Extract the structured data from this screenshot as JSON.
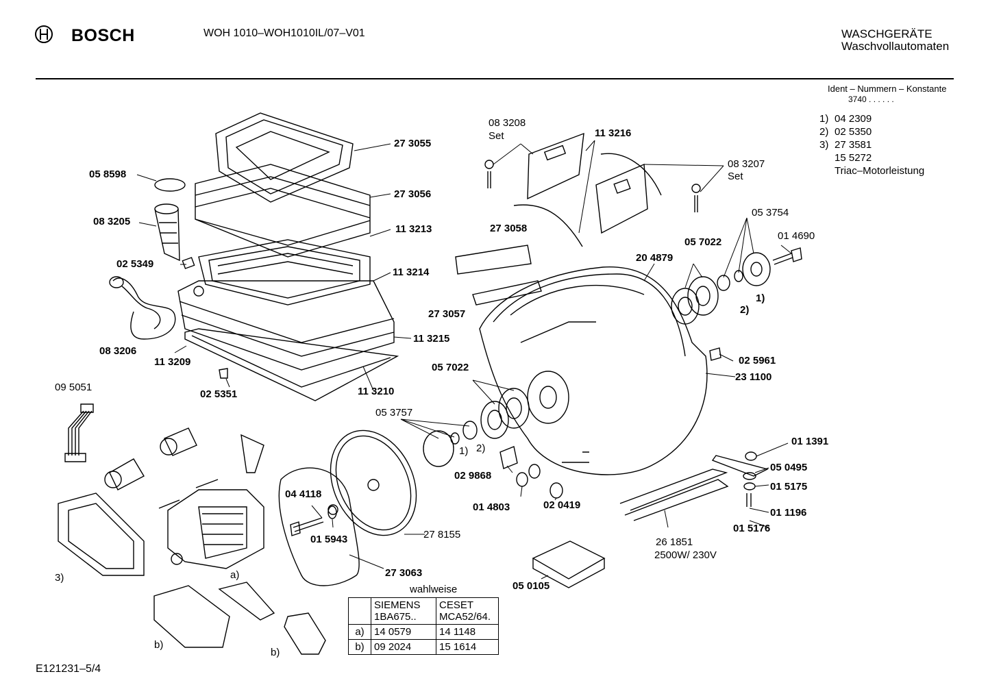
{
  "header": {
    "brand": "BOSCH",
    "model": "WOH 1010–WOH1010IL/07–V01",
    "category": "WASCHGERÄTE",
    "subcategory": "Waschvollautomaten"
  },
  "ident": {
    "heading": "Ident – Nummern – Konstante",
    "value": "3740 . . . . . .",
    "notes": [
      {
        "key": "1)",
        "value": "04 2309"
      },
      {
        "key": "2)",
        "value": "02 5350"
      },
      {
        "key": "3)",
        "value": "27 3581"
      },
      {
        "key": "",
        "value": "15 5272"
      },
      {
        "key": "",
        "value": "Triac–Motorleistung"
      }
    ]
  },
  "parts": {
    "p273055": "27 3055",
    "p058598": "05 8598",
    "p273056": "27 3056",
    "p083205": "08 3205",
    "p113213": "11 3213",
    "p025349": "02 5349",
    "p113214": "11 3214",
    "p083206": "08 3206",
    "p113215": "11 3215",
    "p113209": "11 3209",
    "p113210": "11 3210",
    "p025351": "02 5351",
    "p095051": "09 5051",
    "p083208": "08 3208",
    "set1": "Set",
    "p113216": "11 3216",
    "p083207": "08 3207",
    "set2": "Set",
    "p053754": "05 3754",
    "p014690": "01 4690",
    "p273058": "27 3058",
    "p057022a": "05 7022",
    "p204879": "20 4879",
    "n1a": "1)",
    "n2a": "2)",
    "p273057": "27 3057",
    "p025961": "02 5961",
    "p231100": "23 1100",
    "p057022b": "05 7022",
    "p053757": "05 3757",
    "n1b": "1)",
    "n2b": "2)",
    "p011391": "01 1391",
    "p050495": "05 0495",
    "p015175": "01 5175",
    "p011196": "01 1196",
    "p015176": "01 5176",
    "p029868": "02 9868",
    "p014803": "01 4803",
    "p020419": "02 0419",
    "p044118": "04 4118",
    "p015943": "01 5943",
    "p278155": "27 8155",
    "p273063": "27 3063",
    "p261851": "26 1851",
    "heater": "2500W/ 230V",
    "p050105": "05 0105",
    "a_motor": "a)",
    "b_left": "b)",
    "b_right": "b)",
    "n3": "3)"
  },
  "options_table": {
    "caption": "wahlweise",
    "col1": "SIEMENS\n1BA675..",
    "col2": "CESET\nMCA52/64.",
    "rows": [
      {
        "key": "a)",
        "c1": "14 0579",
        "c2": "14 1148"
      },
      {
        "key": "b)",
        "c1": "09 2024",
        "c2": "15 1614"
      }
    ]
  },
  "footer": {
    "code": "E121231–5/4"
  }
}
